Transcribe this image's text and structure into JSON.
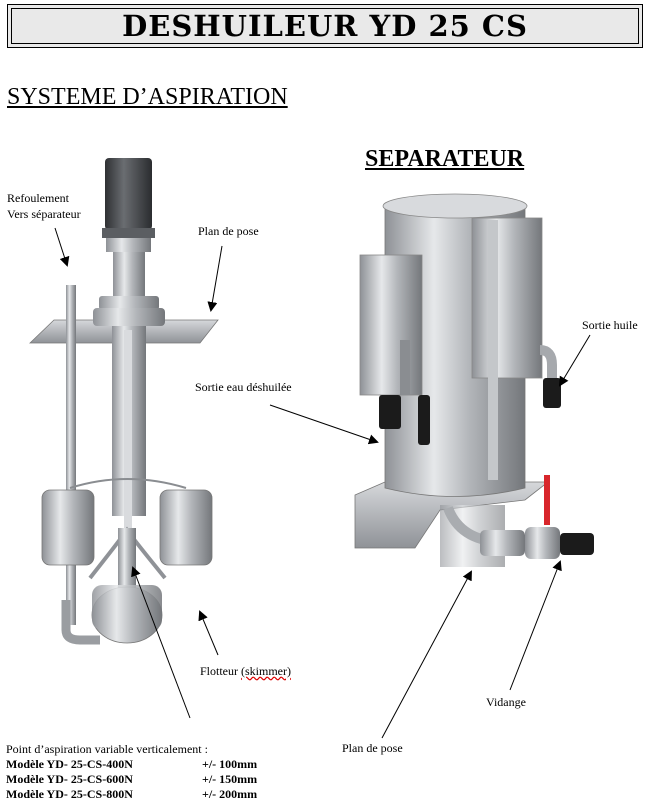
{
  "title": "DESHUILEUR YD 25 CS",
  "section_aspiration": "SYSTEME D’ASPIRATION",
  "section_separateur": "SEPARATEUR",
  "labels": {
    "refoulement_1": "Refoulement",
    "refoulement_2": "Vers séparateur",
    "plan_pose_top": "Plan de pose",
    "flotteur": "Flotteur",
    "skimmer": "(skimmer)",
    "sortie_huile": "Sortie huile",
    "sortie_eau": "Sortie eau déshuilée",
    "plan_pose_bottom": "Plan de pose",
    "vidange": "Vidange"
  },
  "aspiration_note": "Point d’aspiration variable verticalement :",
  "models": [
    {
      "name": "Modèle YD- 25-CS-400N",
      "range": "+/- 100mm"
    },
    {
      "name": "Modèle YD- 25-CS-600N",
      "range": "+/- 150mm"
    },
    {
      "name": "Modèle YD- 25-CS-800N",
      "range": "+/- 200mm"
    }
  ],
  "colors": {
    "steel": "#b9bcc0",
    "motor": "#4a4d50",
    "plug": "#1b1b1b",
    "valve_red": "#d8262b",
    "title_bg": "#e9e9e9"
  }
}
